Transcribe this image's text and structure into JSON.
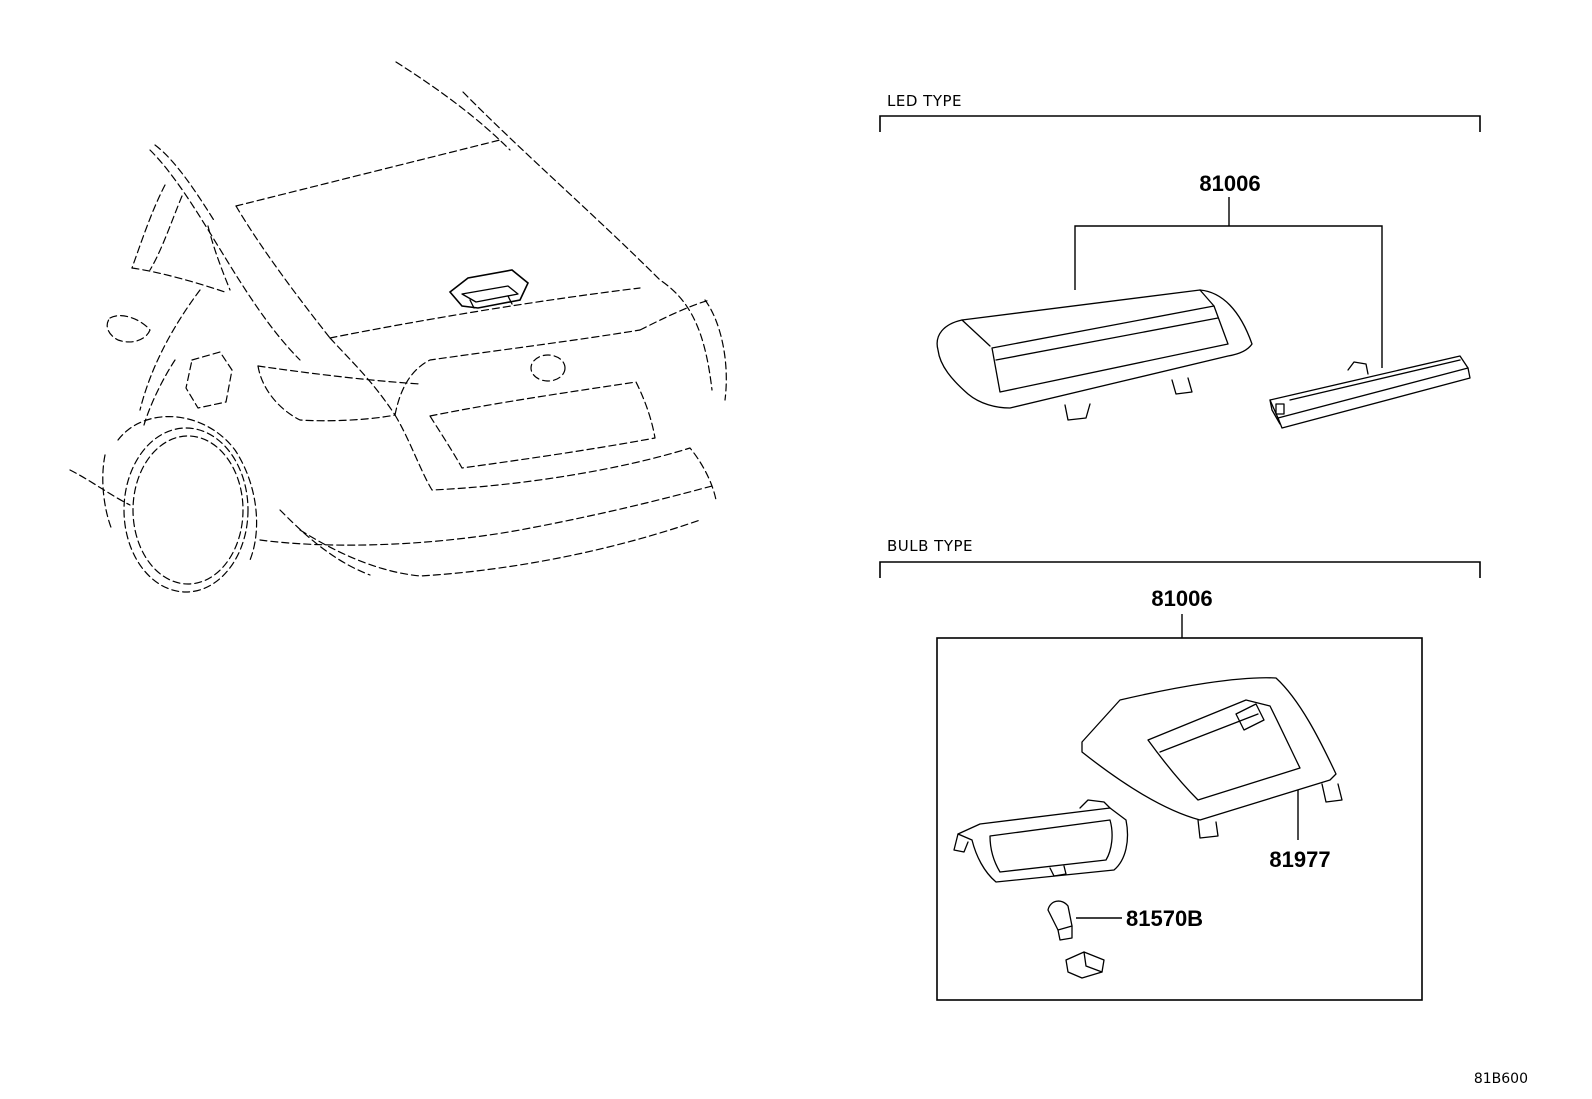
{
  "diagram": {
    "sections": {
      "led": {
        "title": "LED TYPE",
        "part_number": "81006"
      },
      "bulb": {
        "title": "BULB TYPE",
        "part_number": "81006",
        "callouts": [
          {
            "id": "housing-cover",
            "part_number": "81977"
          },
          {
            "id": "bulb",
            "part_number": "81570B"
          }
        ]
      }
    },
    "illustration_code": "81B600"
  }
}
